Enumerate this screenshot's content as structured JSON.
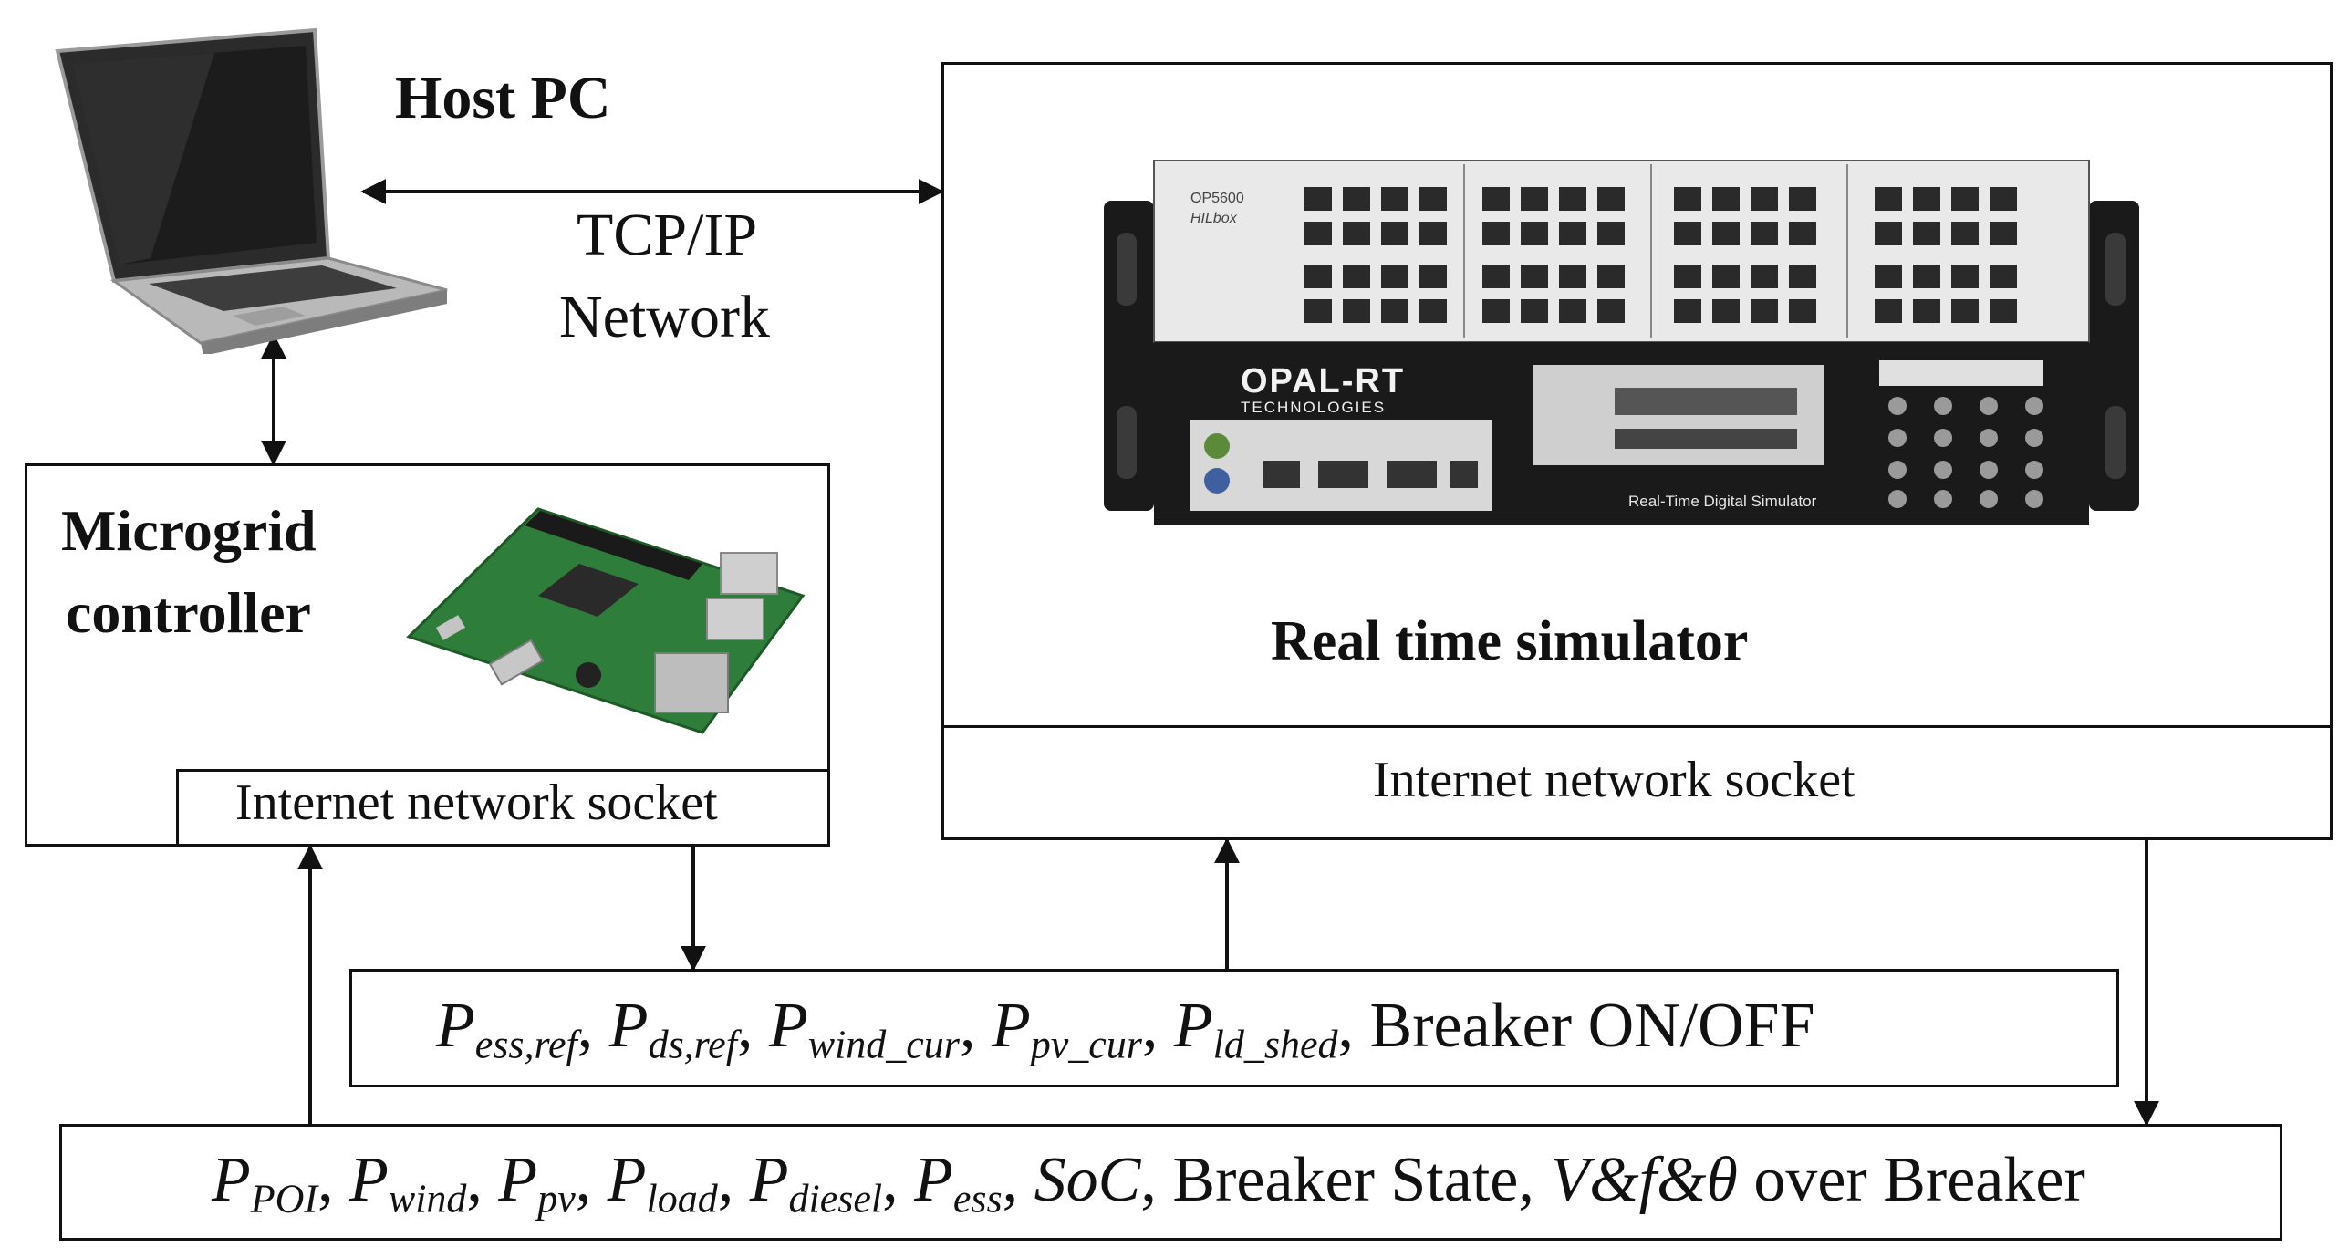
{
  "host_pc": {
    "label": "Host PC"
  },
  "network": {
    "line1": "TCP/IP",
    "line2": "Network"
  },
  "microgrid_controller": {
    "line1": "Microgrid",
    "line2": "controller",
    "socket_label": "Internet network socket"
  },
  "real_time_simulator": {
    "label": "Real time simulator",
    "socket_label": "Internet network socket",
    "device": {
      "model": "OP5600",
      "model_sub": "HILbox",
      "brand_line1": "OPAL-RT",
      "brand_line2": "TECHNOLOGIES",
      "caption": "Real-Time Digital Simulator"
    }
  },
  "signals_to_simulator": {
    "items": [
      {
        "symbol": "P",
        "sub": "ess,ref"
      },
      {
        "symbol": "P",
        "sub": "ds,ref"
      },
      {
        "symbol": "P",
        "sub": "wind_cur"
      },
      {
        "symbol": "P",
        "sub": "pv_cur"
      },
      {
        "symbol": "P",
        "sub": "ld_shed"
      }
    ],
    "tail": "Breaker ON/OFF"
  },
  "signals_from_simulator": {
    "items": [
      {
        "symbol": "P",
        "sub": "POI"
      },
      {
        "symbol": "P",
        "sub": "wind"
      },
      {
        "symbol": "P",
        "sub": "pv"
      },
      {
        "symbol": "P",
        "sub": "load"
      },
      {
        "symbol": "P",
        "sub": "diesel"
      },
      {
        "symbol": "P",
        "sub": "ess"
      }
    ],
    "soc": "SoC",
    "breaker_state": "Breaker State",
    "vf_symbol": "V&f&θ",
    "vf_tail": "over Breaker"
  },
  "colors": {
    "line": "#111111",
    "device_dark": "#1a1a1a",
    "device_panel": "#e9e9e9"
  }
}
